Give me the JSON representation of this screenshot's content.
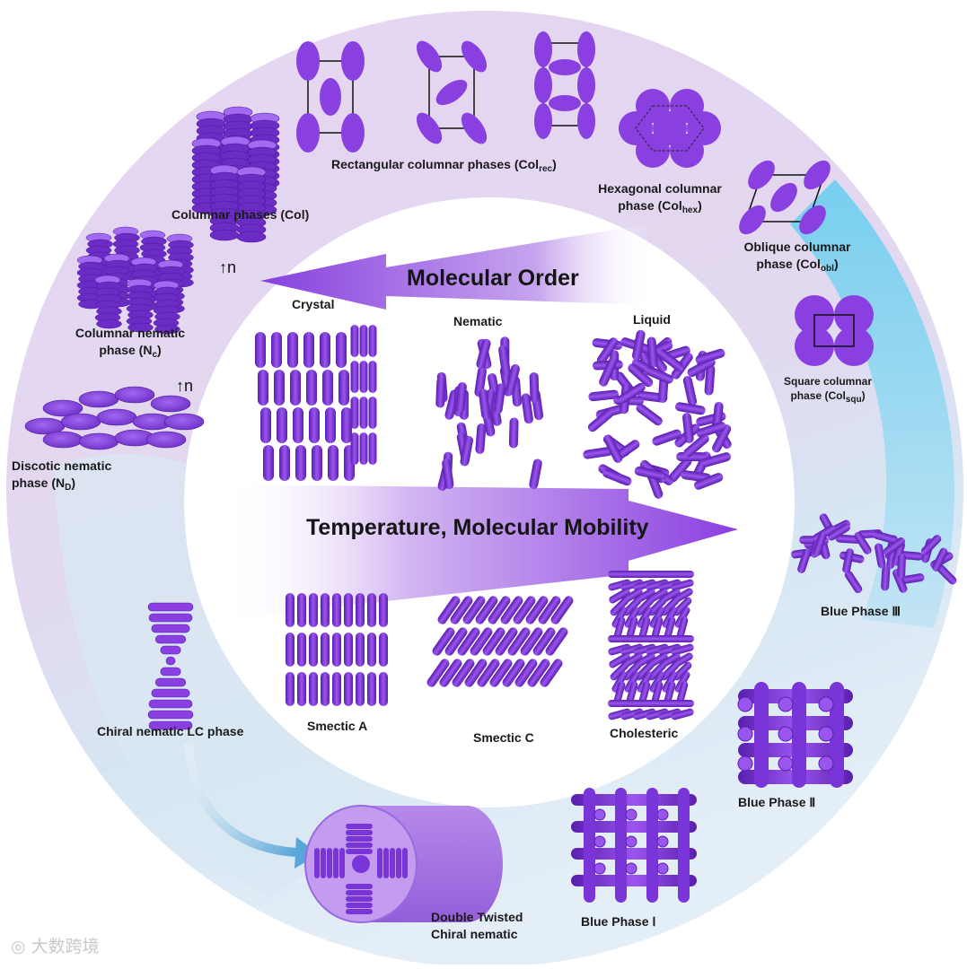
{
  "colors": {
    "purple": "#8a3fe0",
    "purple_dark": "#5a1fae",
    "ring_lilac": "#e7d8f3",
    "ring_blue": "#cfe6f3",
    "accent_cyan": "#59c6ea"
  },
  "central": {
    "molecular_order": "Molecular Order",
    "temperature": "Temperature, Molecular Mobility"
  },
  "phases": {
    "crystal": "Crystal",
    "nematic": "Nematic",
    "liquid": "Liquid",
    "smectic_a": "Smectic A",
    "smectic_c": "Smectic C",
    "cholesteric": "Cholesteric"
  },
  "columnar": {
    "col": "Columnar phases (Col)",
    "rect_main": "Rectangular columnar phases (Col",
    "rect_sub": "rec",
    "rect_end": ")",
    "hex_l1": "Hexagonal columnar",
    "hex_l2": "phase (Col",
    "hex_sub": "hex",
    "hex_end": ")",
    "obl_l1": "Oblique columnar",
    "obl_l2": "phase (Col",
    "obl_sub": "obl",
    "obl_end": ")",
    "squ_l1": "Square columnar",
    "squ_l2": "phase (Col",
    "squ_sub": "squ",
    "squ_end": ")",
    "nc_l1": "Columnar nematic",
    "nc_l2": "phase (N",
    "nc_sub": "c",
    "nc_end": ")",
    "nd_l1": "Discotic nematic",
    "nd_l2": "phase (N",
    "nd_sub": "D",
    "nd_end": ")",
    "director": "n"
  },
  "chiral": {
    "chiral_nematic": "Chiral nematic LC phase",
    "double_twisted_l1": "Double Twisted",
    "double_twisted_l2": "Chiral nematic",
    "bp3": "Blue Phase Ⅲ",
    "bp2": "Blue Phase Ⅱ",
    "bp1": "Blue Phase Ⅰ"
  },
  "watermark": "大数跨境"
}
